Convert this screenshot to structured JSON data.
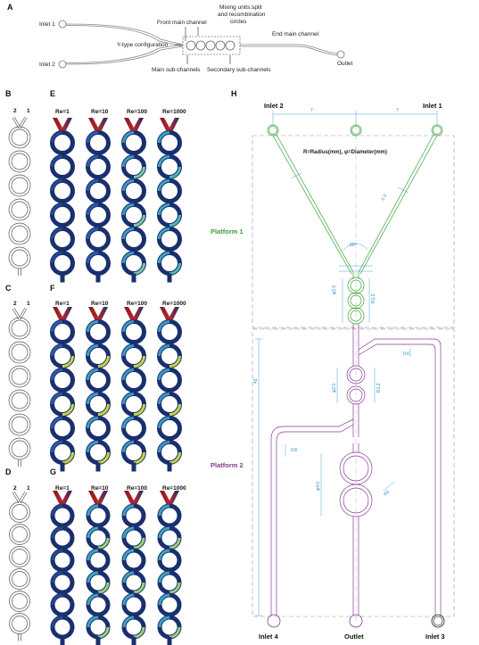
{
  "panels": {
    "A": "A",
    "B": "B",
    "C": "C",
    "D": "D",
    "E": "E",
    "F": "F",
    "G": "G",
    "H": "H"
  },
  "panel_a": {
    "inlet1": "Inlet 1",
    "inlet2": "Inlet 2",
    "front_main": "Front main channel",
    "mixing_line1": "Mixing units:split",
    "mixing_line2": "and recombination",
    "mixing_line3": "circles",
    "end_main": "End main channel",
    "y_type": "Y-type configuration",
    "outlet": "Outlet",
    "main_sub": "Main sub-channels",
    "secondary_sub": "Secondary sub-channels"
  },
  "inlet_numbers": {
    "left": "2",
    "right": "1"
  },
  "reynolds": [
    "Re=1",
    "Re=10",
    "Re=100",
    "Re=1000"
  ],
  "panel_h": {
    "inlet1": "Inlet 1",
    "inlet2": "Inlet 2",
    "inlet3": "Inlet 3",
    "inlet4": "Inlet 4",
    "outlet": "Outlet",
    "platform1": "Platform 1",
    "platform2": "Platform 2",
    "legend": "R=Radius(mm), φ=Diameter(mm)"
  },
  "colors": {
    "platform1": "#3aa03a",
    "platform2": "#8a3a9a",
    "dimension": "#1e88c8",
    "dark_blue": "#1a2f6e",
    "inlet_red": "#b0242a"
  }
}
